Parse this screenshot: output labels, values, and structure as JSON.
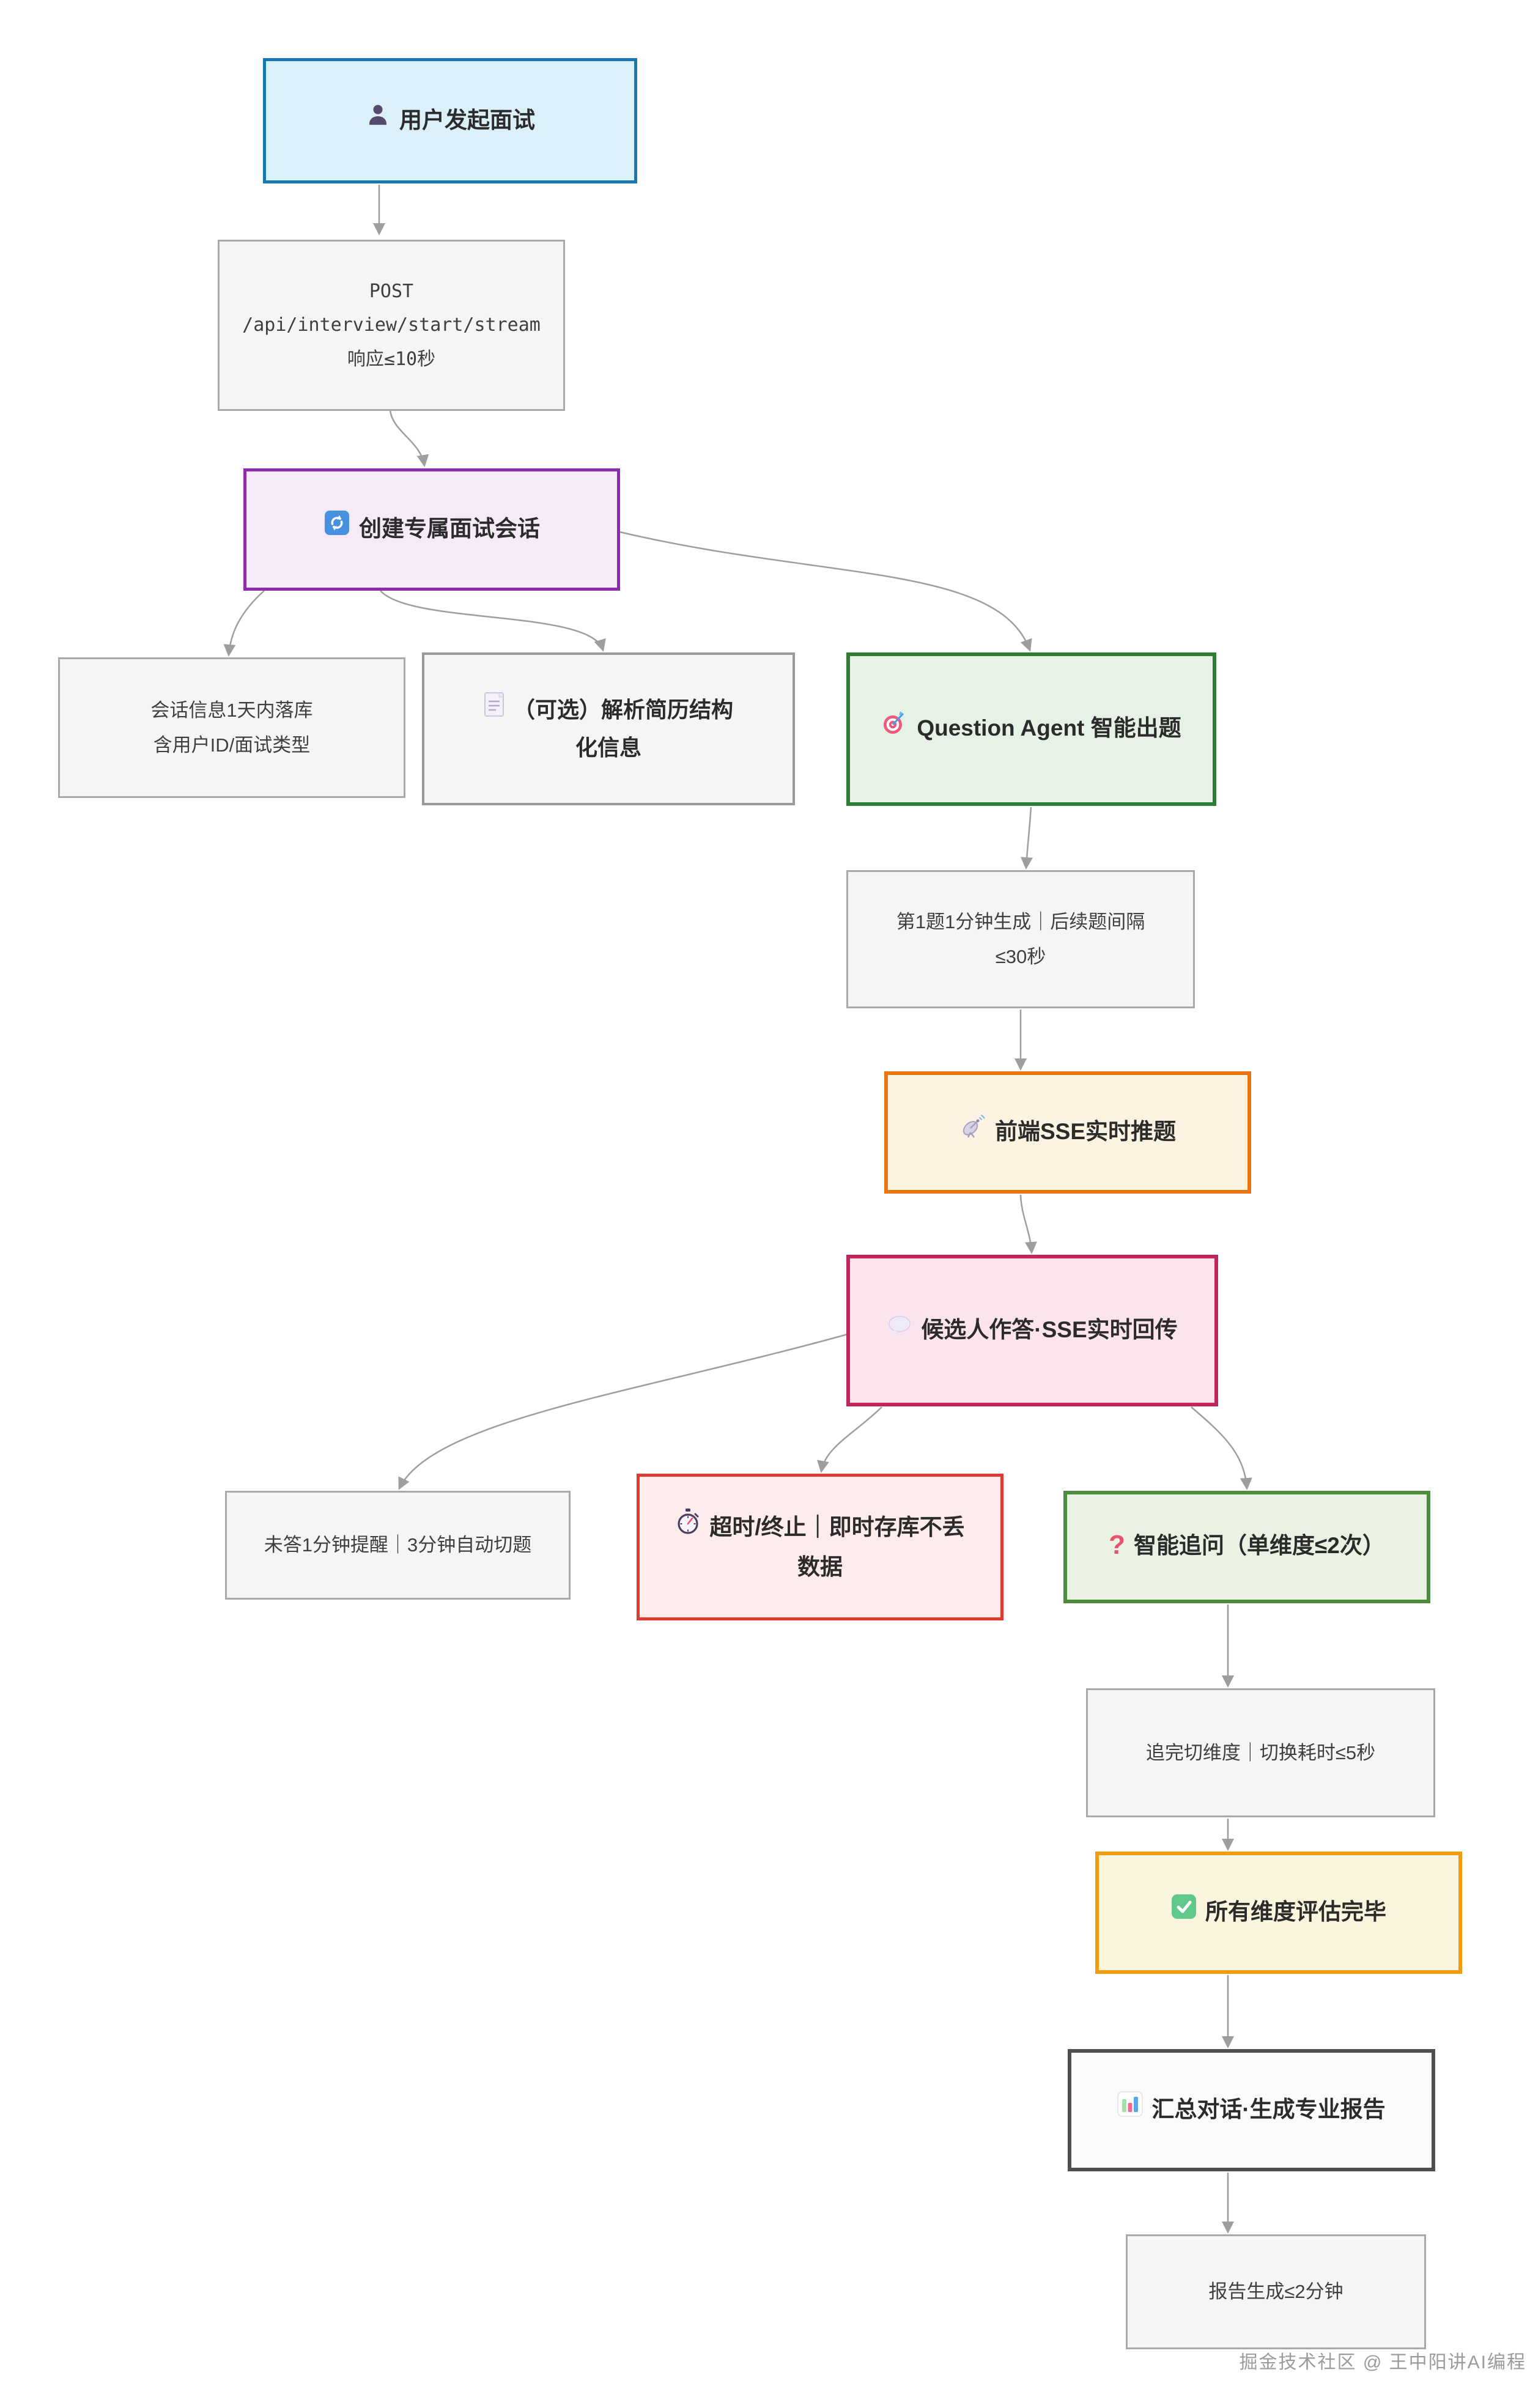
{
  "diagram": {
    "title_watermark": "掘金技术社区 @ 王中阳讲AI编程",
    "palette": {
      "start_blue_border": "#1878b4",
      "start_blue_fill": "#dcf0fa",
      "session_purple_border": "#8d2bad",
      "session_purple_fill": "#f6e9f8",
      "agent_green_border": "#2f7d32",
      "agent_green_fill": "#e7f2e6",
      "sse_orange_border": "#e87511",
      "sse_orange_fill": "#fdf3e2",
      "answer_pink_border": "#c2255c",
      "answer_pink_fill": "#fbe4ee",
      "timeout_red_border": "#df3b30",
      "timeout_red_fill": "#fdeceb",
      "followup_green_border": "#4c8c3c",
      "followup_green_fill": "#eaf3e3",
      "done_yellow_border": "#f29b11",
      "done_yellow_fill": "#fcf5dd",
      "report_dark_border": "#4f4f4f",
      "report_dark_fill": "#fbfbfb",
      "note_gray_border": "#a9a9a9",
      "note_gray_fill": "#f5f5f4",
      "edge_gray": "#9e9e9e"
    },
    "nodes": {
      "start": {
        "label": "用户发起面试",
        "icon": "user-icon"
      },
      "post": {
        "line1": "POST",
        "line2": "/api/interview/start/stream",
        "line3": "响应≤10秒"
      },
      "session": {
        "label": "创建专属面试会话",
        "icon": "refresh-icon"
      },
      "persist": {
        "line1": "会话信息1天内落库",
        "line2": "含用户ID/面试类型"
      },
      "resume": {
        "label": "（可选）解析简历结构化信息",
        "icon": "document-icon"
      },
      "question_agent": {
        "label": "Question Agent 智能出题",
        "icon": "target-icon"
      },
      "timing": {
        "label": "第1题1分钟生成｜后续题间隔≤30秒"
      },
      "sse_push": {
        "label": "前端SSE实时推题",
        "icon": "satellite-icon"
      },
      "answer": {
        "label": "候选人作答·SSE实时回传",
        "icon": "speech-bubble-icon"
      },
      "remind": {
        "label": "未答1分钟提醒｜3分钟自动切题"
      },
      "timeout": {
        "label": "超时/终止｜即时存库不丢数据",
        "icon": "stopwatch-icon"
      },
      "followup": {
        "label": "智能追问（单维度≤2次）",
        "icon": "question-icon",
        "question_glyph": "?"
      },
      "switch_dim": {
        "label": "追完切维度｜切换耗时≤5秒"
      },
      "dims_done": {
        "label": "所有维度评估完毕",
        "icon": "check-icon"
      },
      "report": {
        "label": "汇总对话·生成专业报告",
        "icon": "bar-chart-icon"
      },
      "report_time": {
        "label": "报告生成≤2分钟"
      }
    },
    "edges": [
      {
        "from": "start",
        "to": "post"
      },
      {
        "from": "post",
        "to": "session"
      },
      {
        "from": "session",
        "to": "persist"
      },
      {
        "from": "session",
        "to": "resume"
      },
      {
        "from": "session",
        "to": "question_agent"
      },
      {
        "from": "question_agent",
        "to": "timing"
      },
      {
        "from": "timing",
        "to": "sse_push"
      },
      {
        "from": "sse_push",
        "to": "answer"
      },
      {
        "from": "answer",
        "to": "remind"
      },
      {
        "from": "answer",
        "to": "timeout"
      },
      {
        "from": "answer",
        "to": "followup"
      },
      {
        "from": "followup",
        "to": "switch_dim"
      },
      {
        "from": "switch_dim",
        "to": "dims_done"
      },
      {
        "from": "dims_done",
        "to": "report"
      },
      {
        "from": "report",
        "to": "report_time"
      }
    ]
  }
}
